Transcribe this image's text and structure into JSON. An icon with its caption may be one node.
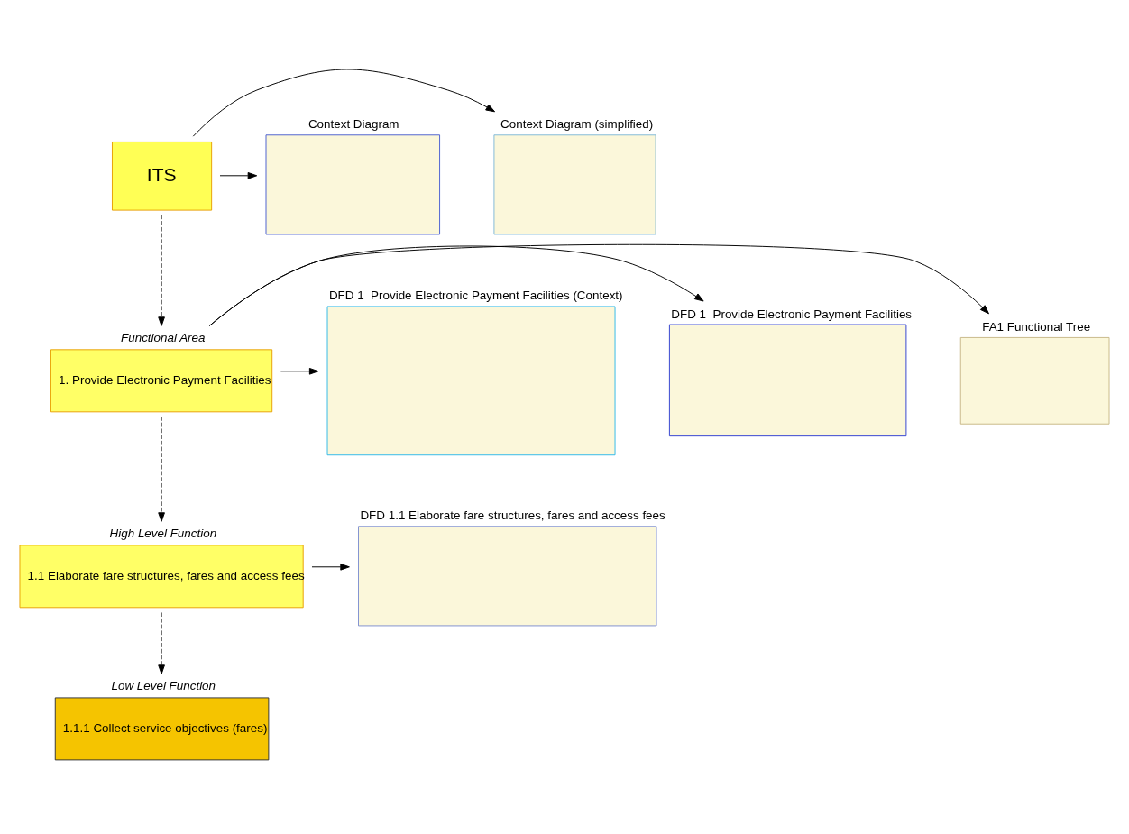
{
  "diagram": {
    "nodes": [
      {
        "text": [
          "ITS"
        ]
      },
      {
        "text": [
          "Context Diagram (simplified)"
        ]
      },
      {
        "text": [
          "Context Diagram"
        ]
      },
      {
        "text": [
          "1. Provide Electronic Payment Facilities"
        ],
        "beside": [
          "Functional Area"
        ]
      },
      {
        "text": [
          "FA1 Functional Tree"
        ]
      },
      {
        "text": [
          "DFD 1  Provide Electronic Payment Facilities"
        ]
      },
      {
        "text": [
          "DFD 1  Provide Electronic Payment Facilities (Context)"
        ]
      },
      {
        "text": [
          "1.1 Elaborate fare structures, fares and access fees"
        ],
        "beside": [
          "High Level Function"
        ]
      },
      {
        "text": [
          "DFD 1.1 Elaborate fare structures, fares and access fees"
        ]
      },
      {
        "text": [
          "1.1.1 Collect service objectives (fares)"
        ],
        "beside": [
          "Low Level Function"
        ]
      }
    ],
    "edges": [
      {
        "from": 0,
        "to": 1,
        "arrow": "to"
      },
      {
        "from": 0,
        "to": 2,
        "arrow": "to"
      },
      {
        "from": 0,
        "to": 3,
        "arrow": "to",
        "style": "dashed"
      },
      {
        "from": 3,
        "to": 4,
        "arrow": "to"
      },
      {
        "from": 3,
        "to": 5,
        "arrow": "to"
      },
      {
        "from": 3,
        "to": 6,
        "arrow": "to"
      },
      {
        "from": 3,
        "to": 7,
        "arrow": "to",
        "style": "dashed"
      },
      {
        "from": 7,
        "to": 8,
        "arrow": "to"
      },
      {
        "from": 7,
        "to": 9,
        "arrow": "to",
        "style": "dashed"
      }
    ]
  }
}
